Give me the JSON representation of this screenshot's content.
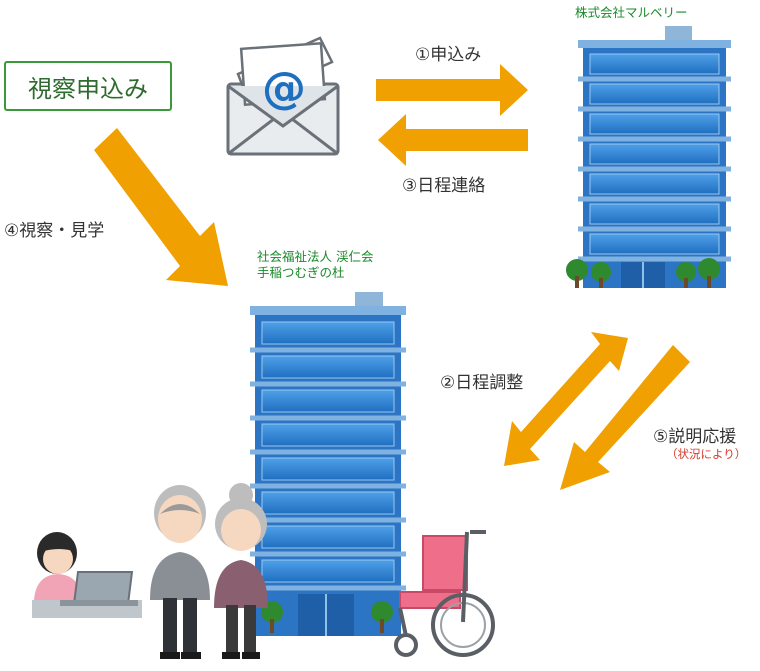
{
  "start_box": "視察申込み",
  "steps": {
    "step1": "①申込み",
    "step2": "②日程調整",
    "step3": "③日程連絡",
    "step4": "④視察・見学",
    "step5": "⑤説明応援",
    "step5_note": "（状況により）"
  },
  "company": "株式会社マルベリー",
  "facility": {
    "line1": "社会福祉法人 渓仁会",
    "line2": "手稲つむぎの杜"
  },
  "email_symbol": "@",
  "colors": {
    "arrow": "#f0a000",
    "building": "#2f7fd0",
    "box_border": "#3a9a3a",
    "green_text": "#1a8a2a",
    "note_red": "#d43a2a"
  }
}
